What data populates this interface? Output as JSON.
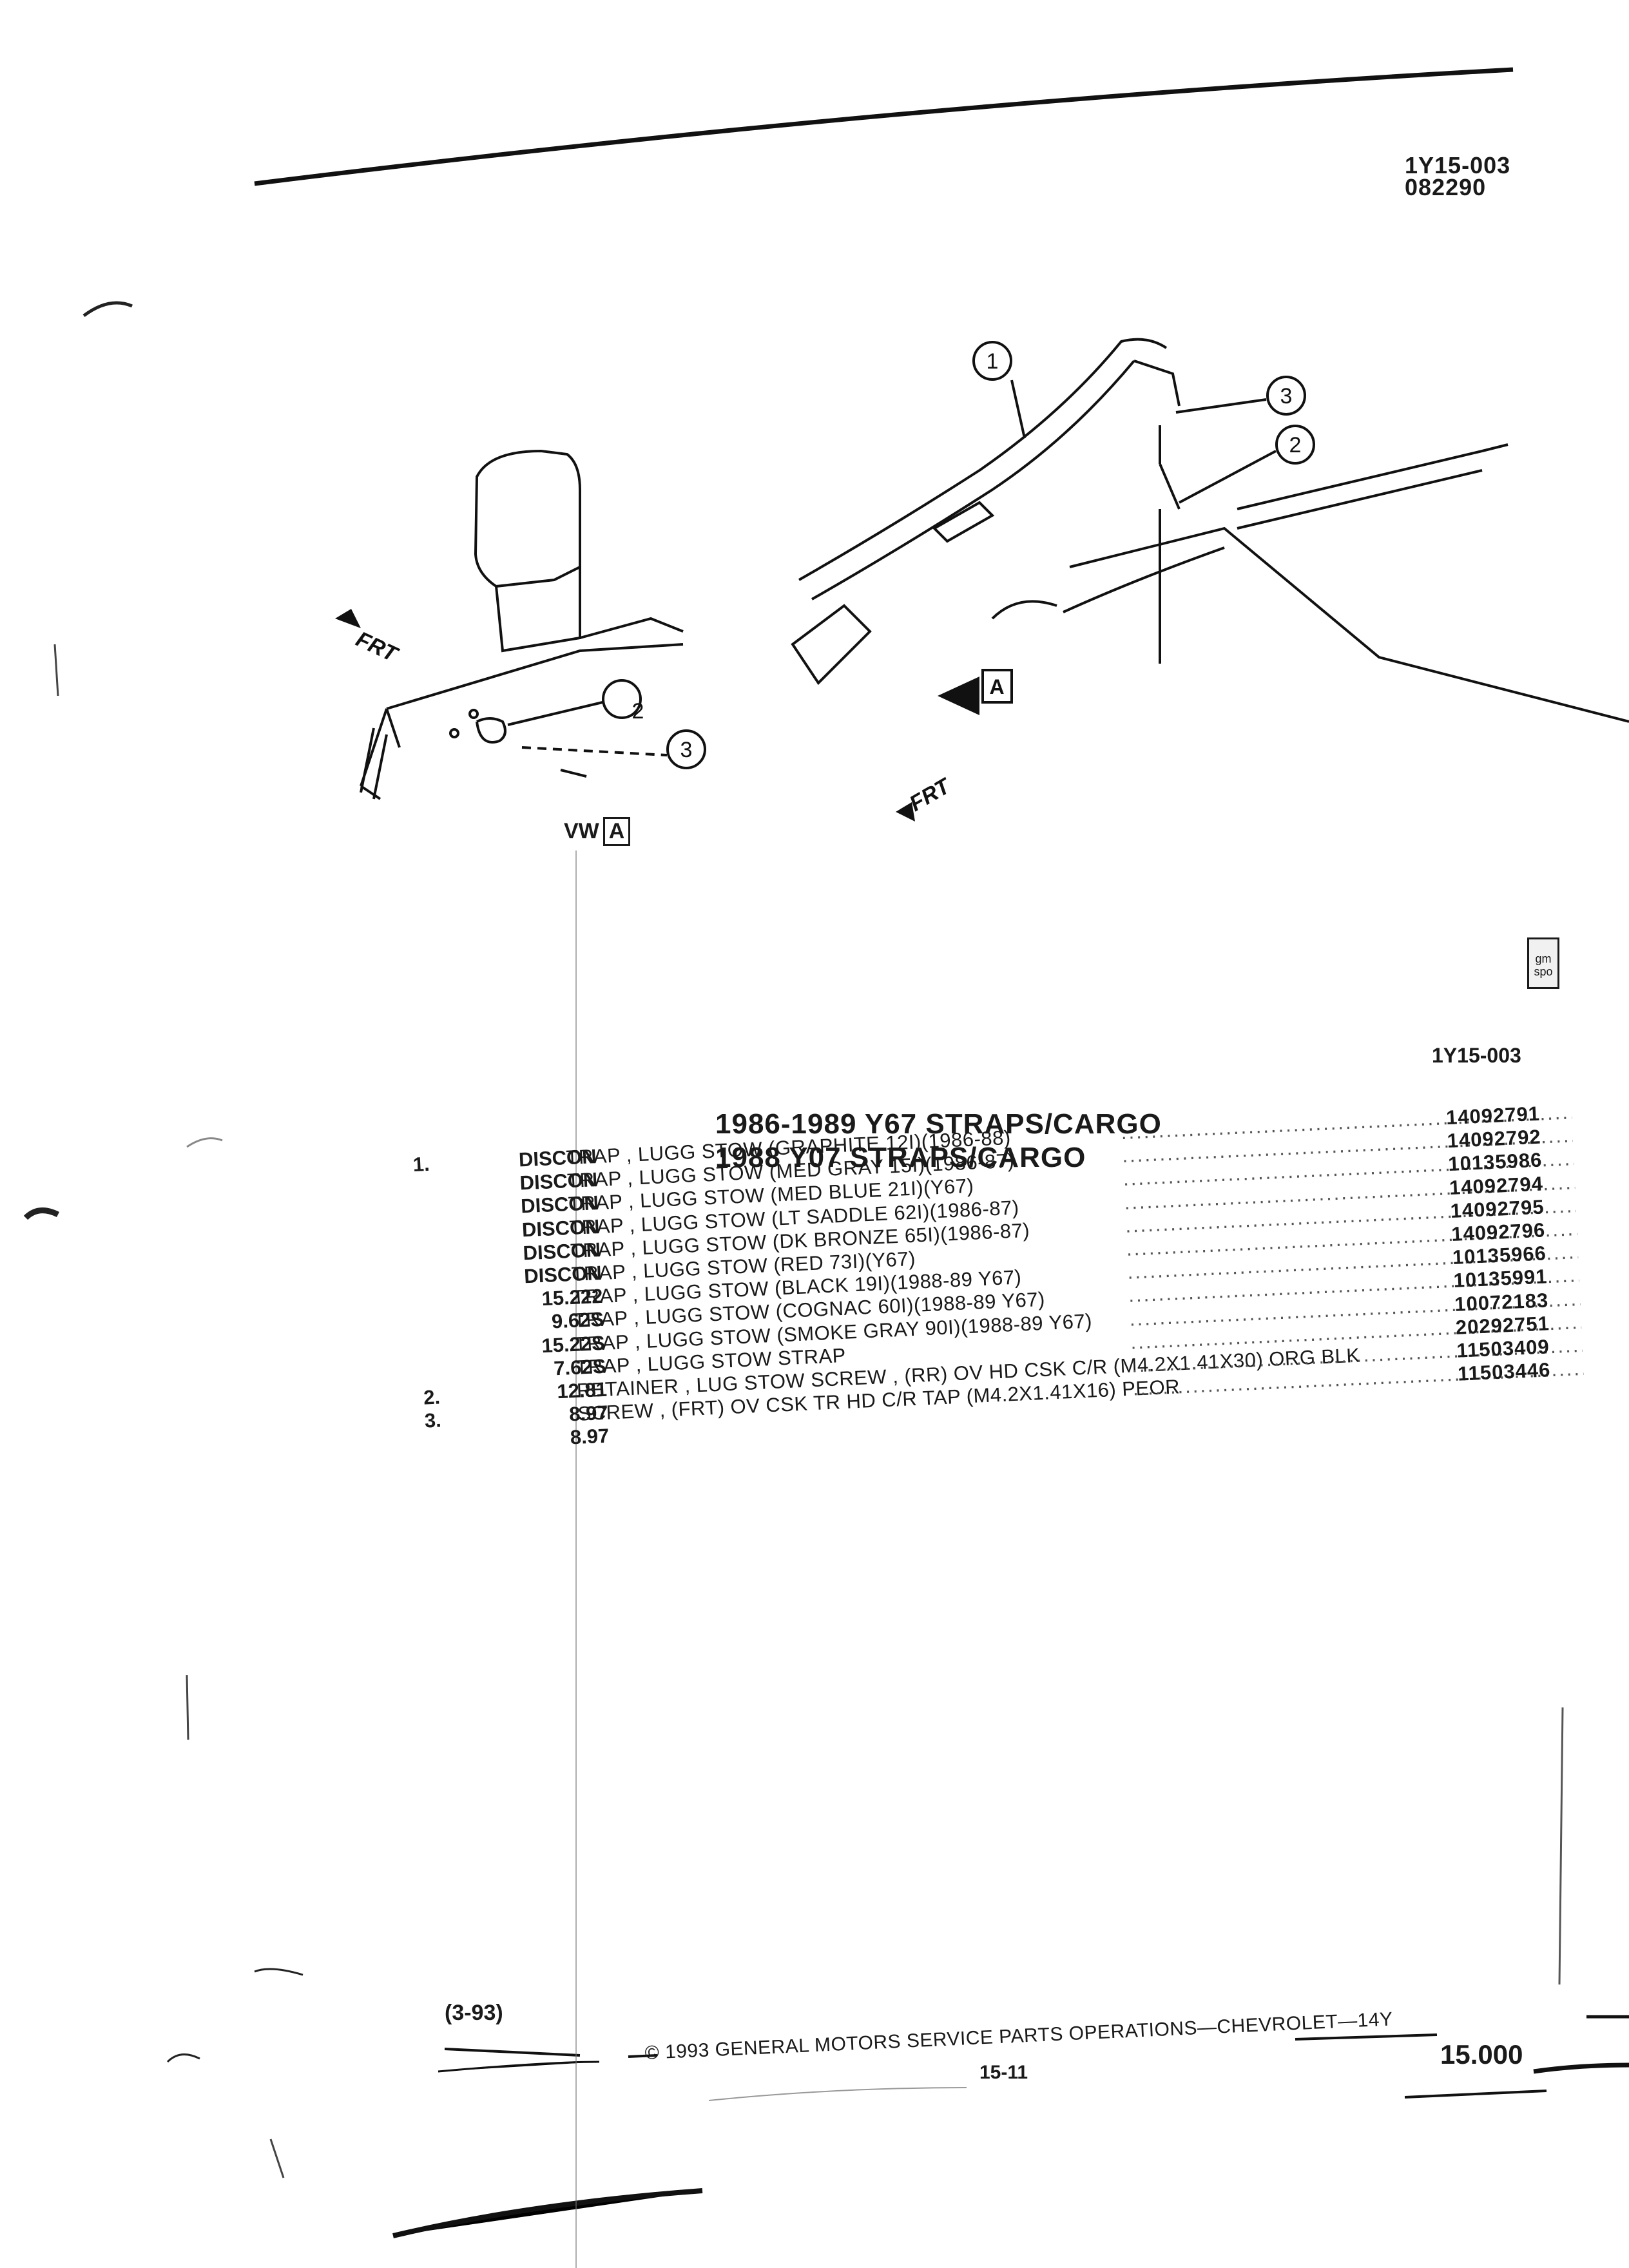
{
  "header": {
    "section_id": "1Y15-003",
    "date_code": "082290"
  },
  "illustration": {
    "callouts": [
      "1",
      "2",
      "3"
    ],
    "front_label": "FRT",
    "view_label": "VW",
    "view_letter": "A"
  },
  "logo": {
    "text": "gm spo"
  },
  "section": {
    "id": "1Y15-003",
    "title_1": "1986-1989 Y67 STRAPS/CARGO",
    "title_2": "1988 Y07 STRAPS/CARGO"
  },
  "parts": [
    {
      "ref": "1.",
      "qty": "DISCON",
      "desc": "TRAP , LUGG STOW (GRAPHITE 12I)(1986-88)",
      "pn": "14092791"
    },
    {
      "ref": "",
      "qty": "DISCON",
      "desc": "TRAP , LUGG STOW (MED GRAY 15I)(1986-87)",
      "pn": "14092792"
    },
    {
      "ref": "",
      "qty": "DISCON",
      "desc": "TRAP , LUGG STOW (MED BLUE 21I)(Y67)",
      "pn": "10135986"
    },
    {
      "ref": "",
      "qty": "DISCON",
      "desc": "TRAP , LUGG STOW (LT SADDLE 62I)(1986-87)",
      "pn": "14092794"
    },
    {
      "ref": "",
      "qty": "DISCON",
      "desc": "TRAP , LUGG STOW (DK BRONZE 65I)(1986-87)",
      "pn": "14092795"
    },
    {
      "ref": "",
      "qty": "DISCON",
      "desc": "TRAP , LUGG STOW (RED 73I)(Y67)",
      "pn": "14092796"
    },
    {
      "ref": "",
      "qty": "15.222",
      "desc": "TRAP , LUGG STOW (BLACK 19I)(1988-89 Y67)",
      "pn": "10135966"
    },
    {
      "ref": "",
      "qty": "9.62S",
      "desc": "TRAP , LUGG STOW (COGNAC 60I)(1988-89 Y67)",
      "pn": "10135991"
    },
    {
      "ref": "",
      "qty": "15.22S",
      "desc": "TRAP , LUGG STOW (SMOKE GRAY 90I)(1988-89 Y67)",
      "pn": "10072183"
    },
    {
      "ref": "",
      "qty": "7.62S",
      "desc": "TRAP , LUGG STOW STRAP",
      "pn": "20292751"
    },
    {
      "ref": "2.",
      "qty": "12.81",
      "desc": "RETAINER , LUG STOW SCREW , (RR) OV HD CSK C/R (M4.2X1.41X30) ORG BLK",
      "pn": "11503409"
    },
    {
      "ref": "3.",
      "qty": "8.97",
      "desc": "SCREW , (FRT) OV CSK TR HD C/R TAP (M4.2X1.41X16) PEOR",
      "pn": "11503446"
    },
    {
      "ref": "",
      "qty": "8.97",
      "desc": "",
      "pn": ""
    }
  ],
  "leader_dots": "............................................................................................",
  "footer": {
    "copyright": "© 1993 GENERAL MOTORS SERVICE PARTS OPERATIONS—CHEVROLET—14Y",
    "page": "15-11",
    "revision": "(3-93)",
    "section_number": "15.000"
  }
}
